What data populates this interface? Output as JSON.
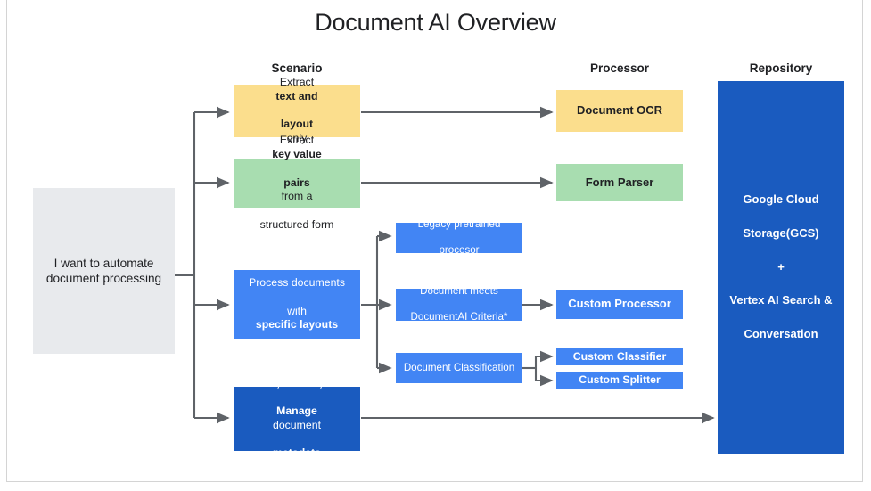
{
  "page": {
    "title": "Document AI Overview",
    "colors": {
      "yellow": "#FBDE8D",
      "green": "#A8DDB0",
      "blue_light": "#4285F4",
      "blue_dark": "#1A5BBF",
      "grey_box": "#E8EAED",
      "edge": "#5F6368",
      "text_dark": "#202124",
      "text_light": "#FFFFFF",
      "frame_border": "#D4D4D4",
      "background": "#FFFFFF"
    }
  },
  "columns": [
    {
      "label": "Scenario"
    },
    {
      "label": "Processor"
    },
    {
      "label": "Repository"
    }
  ],
  "input": {
    "text": "I want to automate document processing"
  },
  "scenarios": [
    {
      "id": "extract-text-layout",
      "color": "yellow",
      "lines": [
        {
          "parts": [
            {
              "text": "Extract ",
              "bold": false
            },
            {
              "text": "text and",
              "bold": true
            }
          ]
        },
        {
          "parts": [
            {
              "text": "layout",
              "bold": true
            },
            {
              "text": " only",
              "bold": false
            }
          ]
        }
      ]
    },
    {
      "id": "extract-key-value-pairs",
      "color": "green",
      "lines": [
        {
          "parts": [
            {
              "text": "Extract ",
              "bold": false
            },
            {
              "text": "key value",
              "bold": true
            }
          ]
        },
        {
          "parts": [
            {
              "text": "pairs",
              "bold": true
            },
            {
              "text": " from a",
              "bold": false
            }
          ]
        },
        {
          "parts": [
            {
              "text": "structured form",
              "bold": false
            }
          ]
        }
      ]
    },
    {
      "id": "process-specific-layouts",
      "color": "blue_light",
      "lines": [
        {
          "parts": [
            {
              "text": "Process documents",
              "bold": false
            }
          ]
        },
        {
          "parts": [
            {
              "text": "with ",
              "bold": false
            },
            {
              "text": "specific layouts",
              "bold": true
            }
          ]
        }
      ]
    },
    {
      "id": "store-search-manage",
      "color": "blue_dark",
      "lines": [
        {
          "parts": [
            {
              "text": "Store, Search, and",
              "bold": true
            }
          ]
        },
        {
          "parts": [
            {
              "text": "Manage",
              "bold": true
            },
            {
              "text": " document",
              "bold": false
            }
          ]
        },
        {
          "parts": [
            {
              "text": "metadata",
              "bold": true
            }
          ]
        }
      ]
    }
  ],
  "branches": [
    {
      "id": "legacy-pretrained-processor",
      "line1": "Legacy pretrained",
      "line2": "procesor"
    },
    {
      "id": "document-meets-criteria",
      "line1": "Document meets",
      "line2": "DocumentAI Criteria*"
    },
    {
      "id": "document-classification",
      "line1": "Document Classification",
      "line2": ""
    }
  ],
  "processors": [
    {
      "id": "document-ocr",
      "label": "Document OCR"
    },
    {
      "id": "form-parser",
      "label": "Form Parser"
    },
    {
      "id": "custom-processor",
      "label": "Custom Processor"
    },
    {
      "id": "custom-classifier",
      "label": "Custom Classifier"
    },
    {
      "id": "custom-splitter",
      "label": "Custom Splitter"
    }
  ],
  "repository": {
    "lines": [
      "Google Cloud",
      "Storage(GCS)",
      "+",
      "Vertex AI Search &",
      "Conversation"
    ]
  }
}
